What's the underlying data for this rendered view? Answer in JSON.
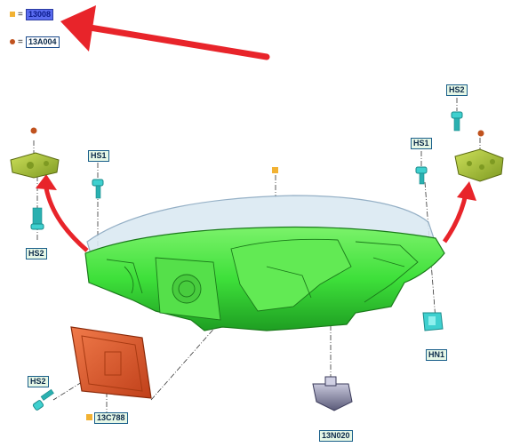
{
  "legend": [
    {
      "marker": "orange-square",
      "code": "13008"
    },
    {
      "marker": "red-dot",
      "code": "13A004"
    }
  ],
  "callouts": {
    "hs2_top_right": "HS2",
    "hs1_left": "HS1",
    "hs1_right": "HS1",
    "hs2_left": "HS2",
    "hn1": "HN1",
    "hs2_bottom": "HS2",
    "c13c788": "13C788",
    "c13n020": "13N020"
  },
  "colors": {
    "housing_green": "#3ee03a",
    "bracket_olive": "#a6c23a",
    "cover_orange": "#e05a2a",
    "fastener_cyan": "#3fd0cf",
    "arrow_red": "#e8242a",
    "lens_blue": "#cfe3ee"
  }
}
